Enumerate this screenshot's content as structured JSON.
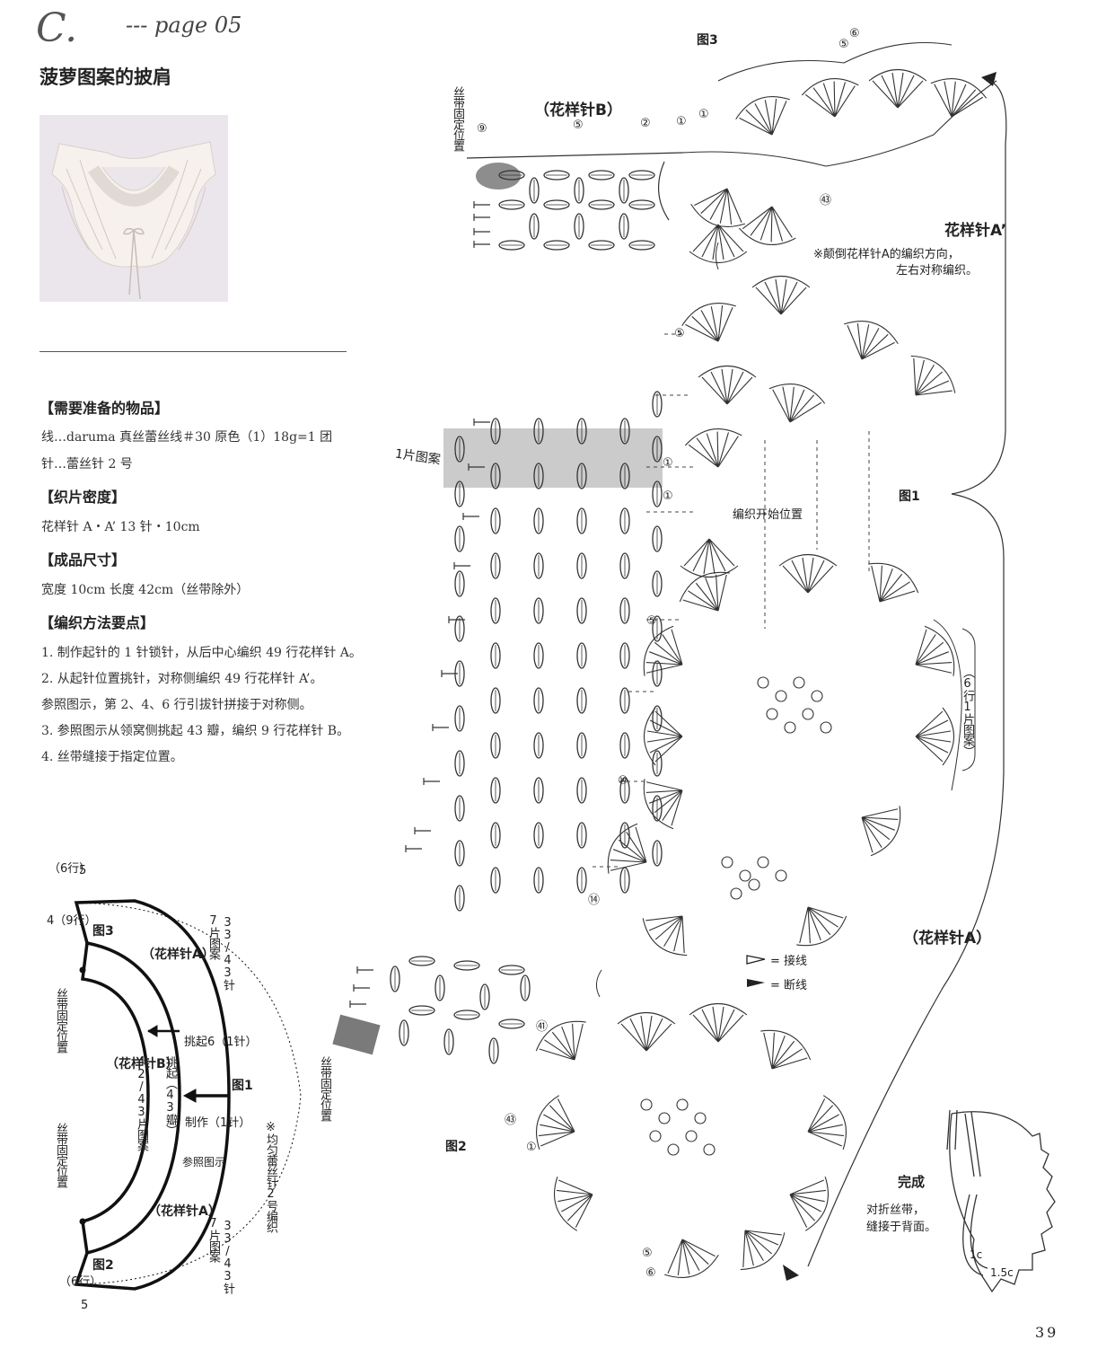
{
  "header": {
    "letter": "C.",
    "page_ref": "--- page 05"
  },
  "title": "菠萝图案的披肩",
  "sections": [
    {
      "heading": "【需要准备的物品】",
      "lines": [
        "线…daruma 真丝蕾丝线＃30 原色（1）18g=1 团",
        "针…蕾丝针 2 号"
      ]
    },
    {
      "heading": "【织片密度】",
      "lines": [
        "花样针 A・A’ 13 针・10cm"
      ]
    },
    {
      "heading": "【成品尺寸】",
      "lines": [
        "宽度 10cm 长度 42cm（丝带除外）"
      ]
    },
    {
      "heading": "【编织方法要点】",
      "lines": [
        "1. 制作起针的 1 针锁针，从后中心编织 49 行花样针 A。",
        "2. 从起针位置挑针，对称侧编织 49 行花样针 A’。",
        "参照图示，第 2、4、6 行引拔针拼接于对称侧。",
        "3. 参照图示从领窝侧挑起 43 瓣，编织 9 行花样针 B。",
        "4. 丝带缝接于指定位置。"
      ]
    }
  ],
  "diagram": {
    "fig1": "图1",
    "fig2": "图2",
    "fig3": "图3",
    "pattern_a": "（花样针A）",
    "pattern_a_prime": "花样针A’",
    "pattern_b": "（花样针B）",
    "note_a_prime": [
      "※颠倒花样针A的编织方向，",
      "左右对称编织。"
    ],
    "ribbon_pos": "丝带固定位置",
    "one_motif": "1片图案",
    "start_pos": "编织开始位置",
    "six_rows_one_motif": "（6行1片图案）",
    "legend_join": "= 接线",
    "legend_cut": "= 断线",
    "finish_title": "完成",
    "finish_note": [
      "对折丝带，",
      "缝接于背面。"
    ],
    "dim_1c": "1c",
    "dim_15c": "1.5c",
    "row_markers": {
      "n1": "①",
      "n2": "②",
      "n5": "⑤",
      "n6": "⑥",
      "n9": "⑨",
      "n10": "⑩",
      "n14": "⑭",
      "n41": "㊶",
      "n43": "㊸"
    }
  },
  "schematic": {
    "fig3": "图3",
    "fig2": "图2",
    "fig1": "图1",
    "pattern_a_top": "（花样针A）",
    "pattern_a_bottom": "（花样针A）",
    "pattern_b": "（花样针B）",
    "six_rows": "（6行）",
    "four_nine_rows": "4（9行）",
    "five": "5",
    "seven_motifs": "7片图案",
    "st33_43": "33/43针",
    "v42_43": "42/43片图案",
    "pickup43": "挑起（43瓣）",
    "pickup6": "挑起6（1针）",
    "make1": "制作（1针）",
    "refer": "参照图示",
    "ribbon": "丝带固定位置",
    "even_note": "※均匀蕾丝针2号编织"
  },
  "page_number": "39"
}
